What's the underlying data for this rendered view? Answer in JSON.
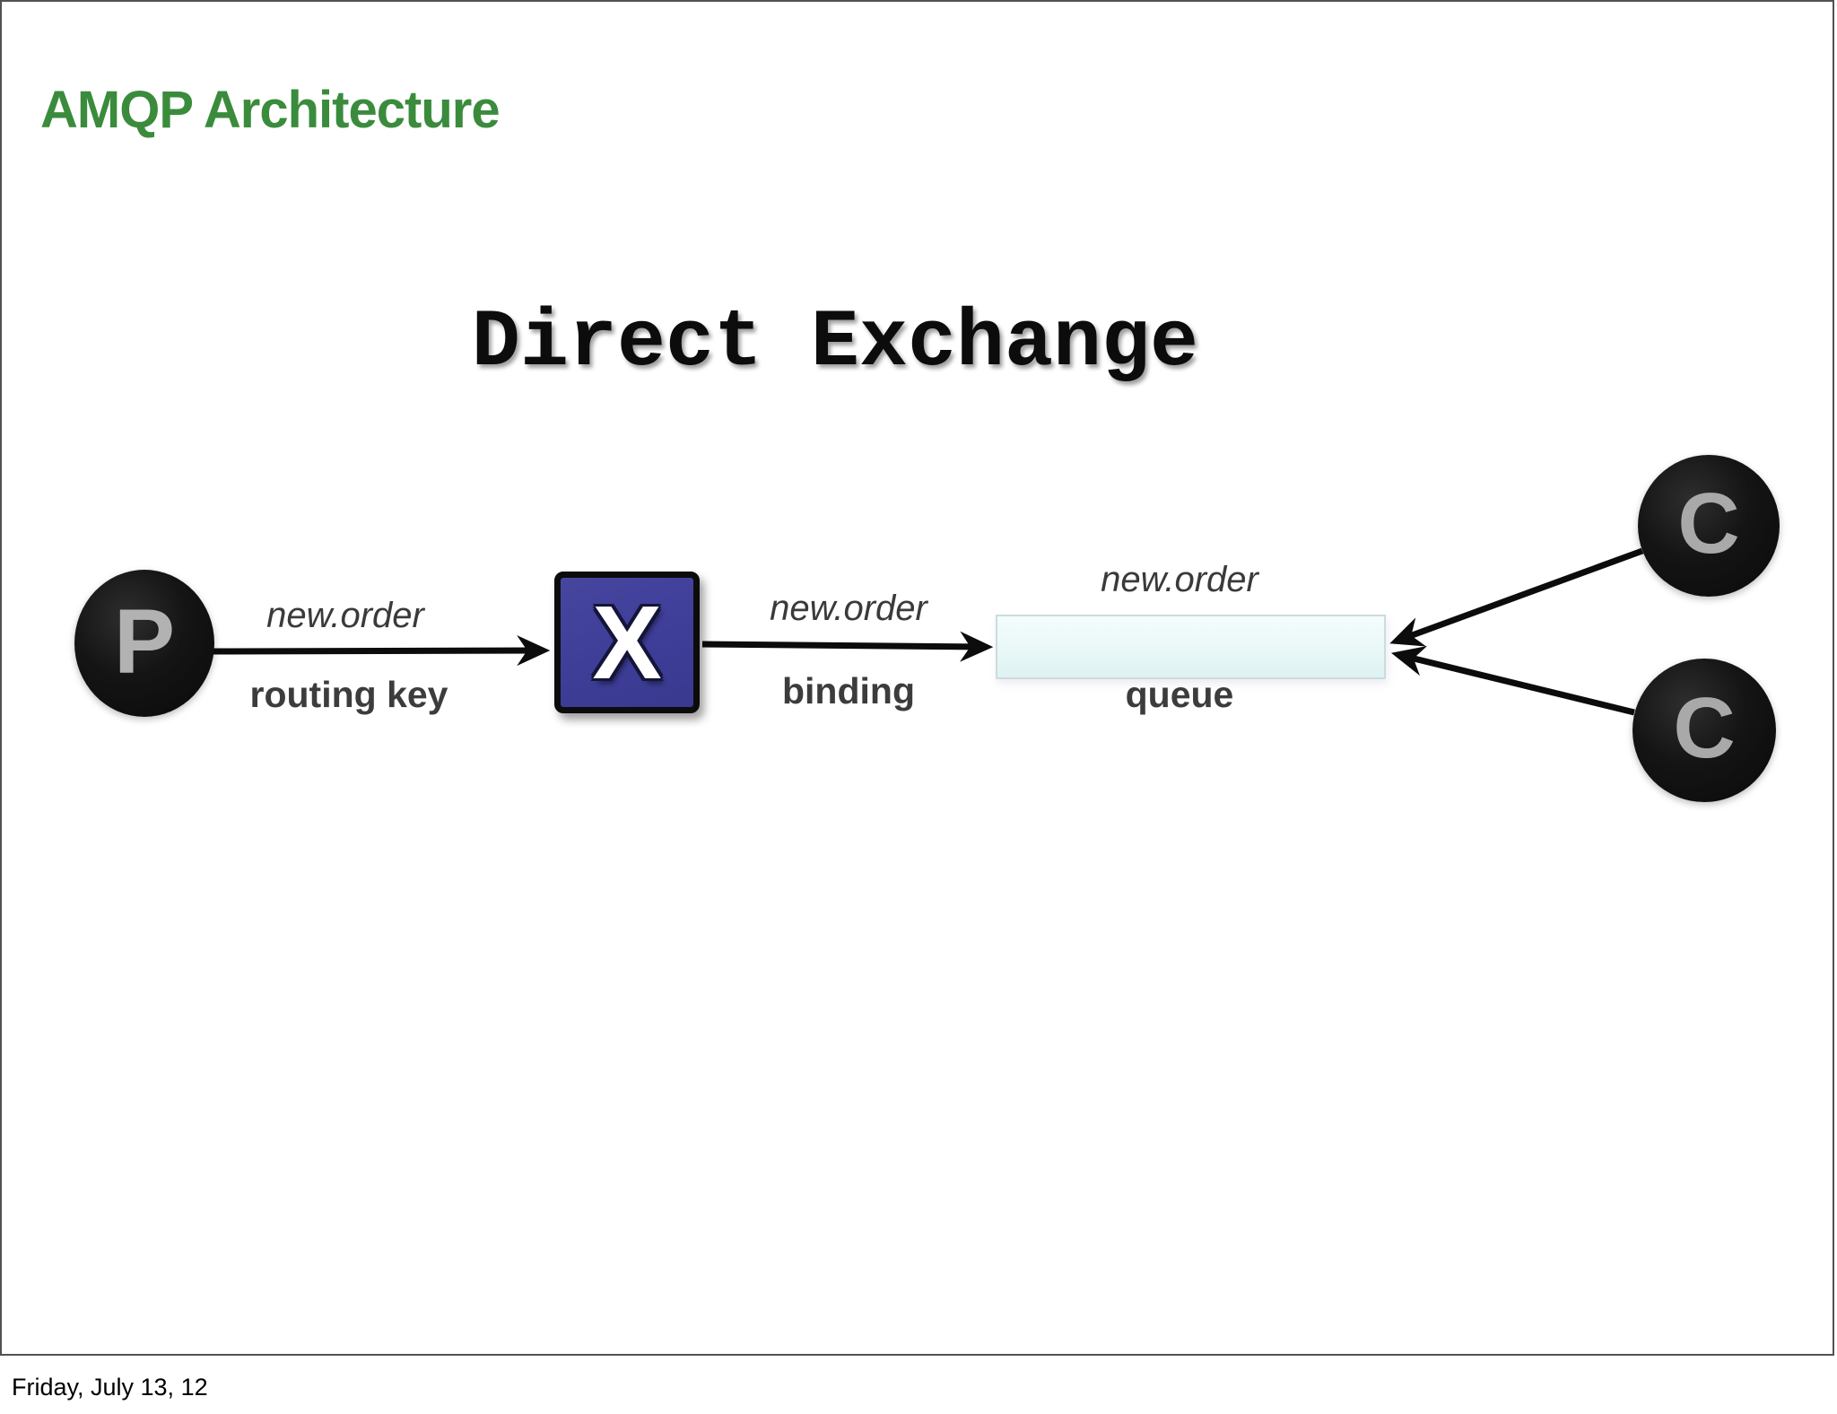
{
  "title": "AMQP Architecture",
  "heading": "Direct Exchange",
  "footer": "Friday, July 13, 12",
  "diagram": {
    "producer_label": "P",
    "exchange_label": "X",
    "consumer1_label": "C",
    "consumer2_label": "C",
    "routing_key_value": "new.order",
    "routing_key_caption": "routing key",
    "binding_value": "new.order",
    "binding_caption": "binding",
    "queue_value": "new.order",
    "queue_caption": "queue"
  },
  "colors": {
    "title_green": "#3b8b3d",
    "heading_black": "#0c0c0c",
    "exchange_blue": "#3e3e99",
    "node_black": "#0d0d0d",
    "node_letter_gray": "#aeaeae",
    "queue_fill": "#e9f8f7",
    "queue_border": "#ccdcdc",
    "label_gray": "#3a3a3a"
  }
}
